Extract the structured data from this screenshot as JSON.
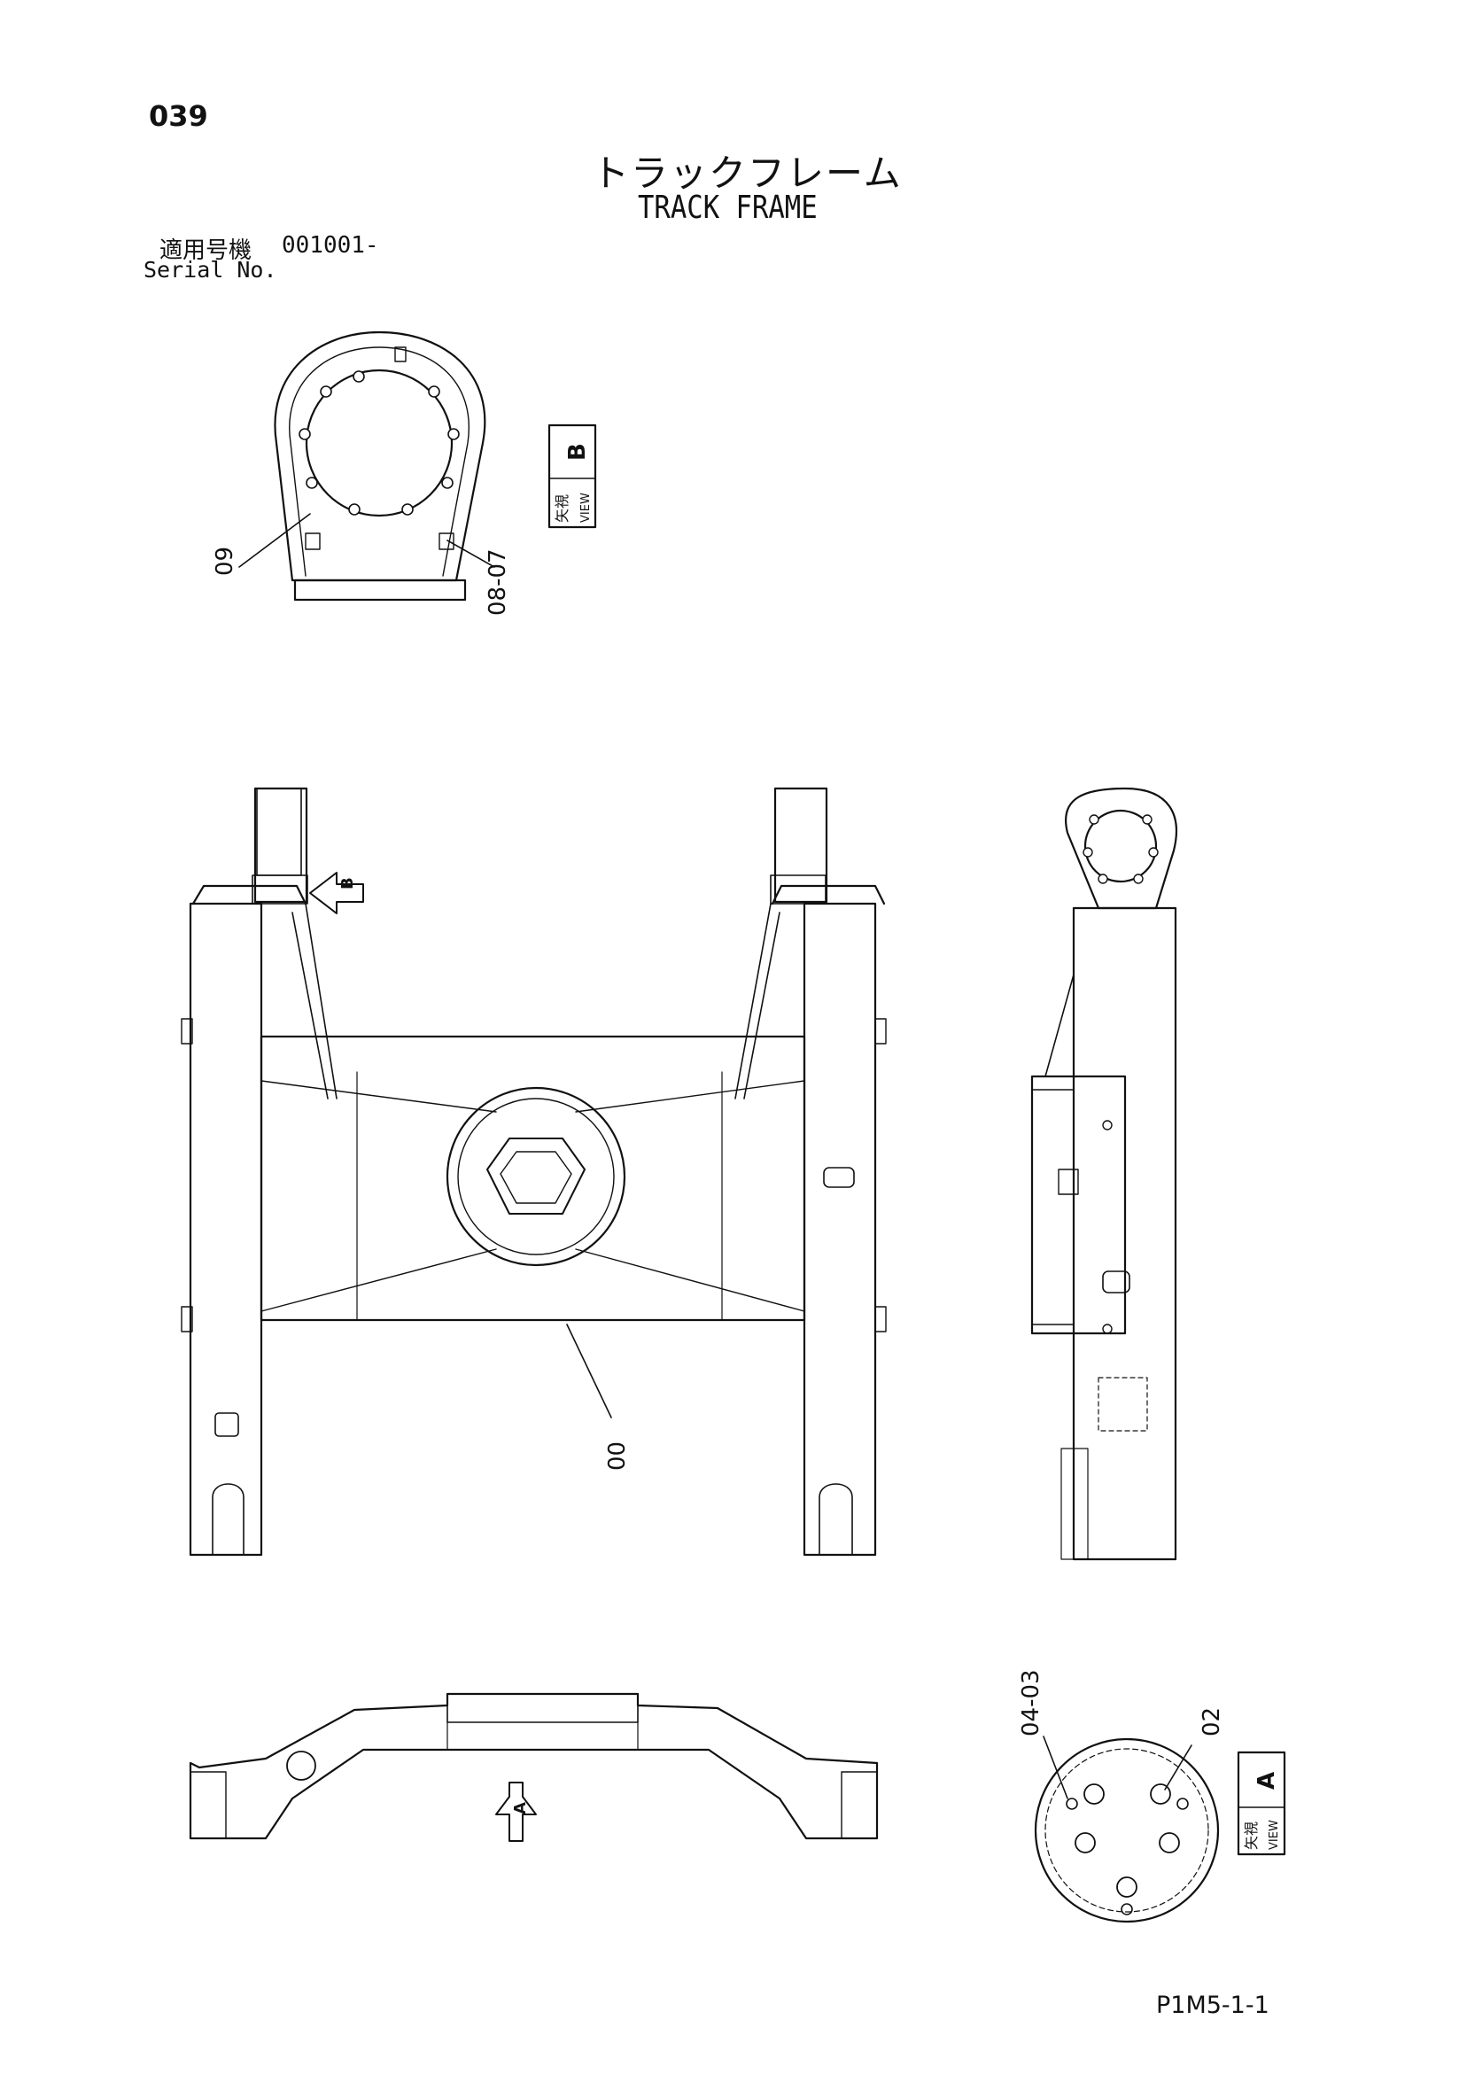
{
  "page": {
    "number": "039",
    "title_jp": "トラックフレーム",
    "title_en": "TRACK FRAME",
    "serial_label_jp": "適用号機",
    "serial_label_en": "Serial No.",
    "serial_value": "001001-",
    "footer_code": "P1M5-1-1"
  },
  "views": {
    "view_b": {
      "letter": "B",
      "kanji": "矢視",
      "word": "VIEW"
    },
    "view_a": {
      "letter": "A",
      "kanji": "矢視",
      "word": "VIEW"
    }
  },
  "callouts": {
    "part_00": "00",
    "part_02": "02",
    "part_03_04": "04-03",
    "part_07_08": "08-07",
    "part_09": "09",
    "arrow_a": "A",
    "arrow_b": "B"
  }
}
